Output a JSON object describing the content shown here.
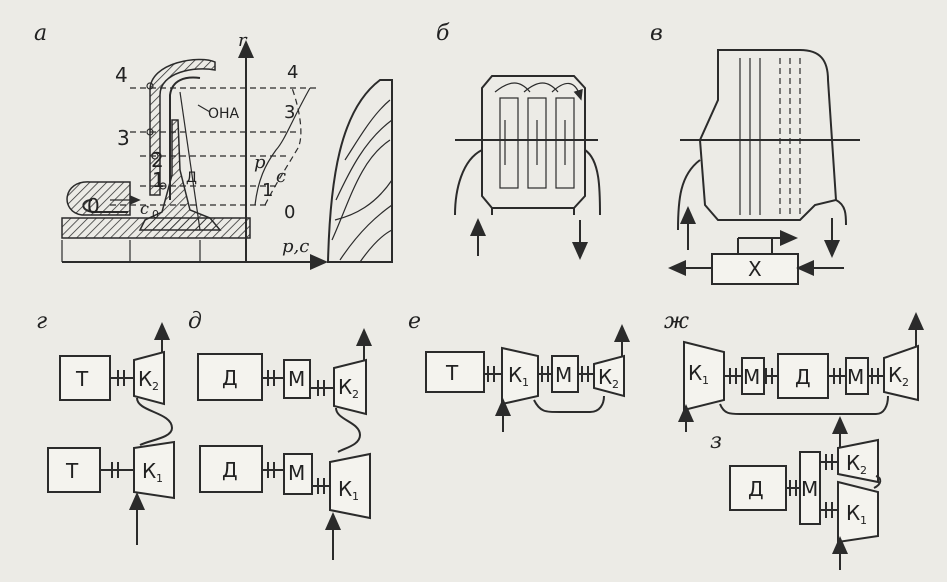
{
  "labels": {
    "a": "а",
    "b": "б",
    "v": "в",
    "g": "г",
    "d": "д",
    "e": "е",
    "zh": "ж",
    "z": "з"
  },
  "fig_a": {
    "n4": "4",
    "n3": "3",
    "n2": "2",
    "n1": "1",
    "n0": "0",
    "ona": "ОНА",
    "d": "Д",
    "c0": "c",
    "c0_sub": "0",
    "axis_r": "r",
    "axis_pc": "p,c",
    "p": "p",
    "c": "c",
    "r4": "4",
    "r3": "3",
    "r1": "1",
    "r0": "0"
  },
  "fig_v": {
    "x_box": "X"
  },
  "fig_g": {
    "t1": "Т",
    "t2": "Т",
    "k2": "К",
    "k2_sub": "2",
    "k1": "К",
    "k1_sub": "1"
  },
  "fig_d": {
    "d1": "Д",
    "d2": "Д",
    "m1": "М",
    "m2": "М",
    "k2": "К",
    "k2_sub": "2",
    "k1": "К",
    "k1_sub": "1"
  },
  "fig_e": {
    "t": "Т",
    "m": "М",
    "k1": "К",
    "k1_sub": "1",
    "k2": "К",
    "k2_sub": "2"
  },
  "fig_zh": {
    "d": "Д",
    "m1": "М",
    "m2": "М",
    "k1": "К",
    "k1_sub": "1",
    "k2": "К",
    "k2_sub": "2"
  },
  "fig_z": {
    "d": "Д",
    "m": "М",
    "k1": "К",
    "k1_sub": "1",
    "k2": "К",
    "k2_sub": "2"
  }
}
